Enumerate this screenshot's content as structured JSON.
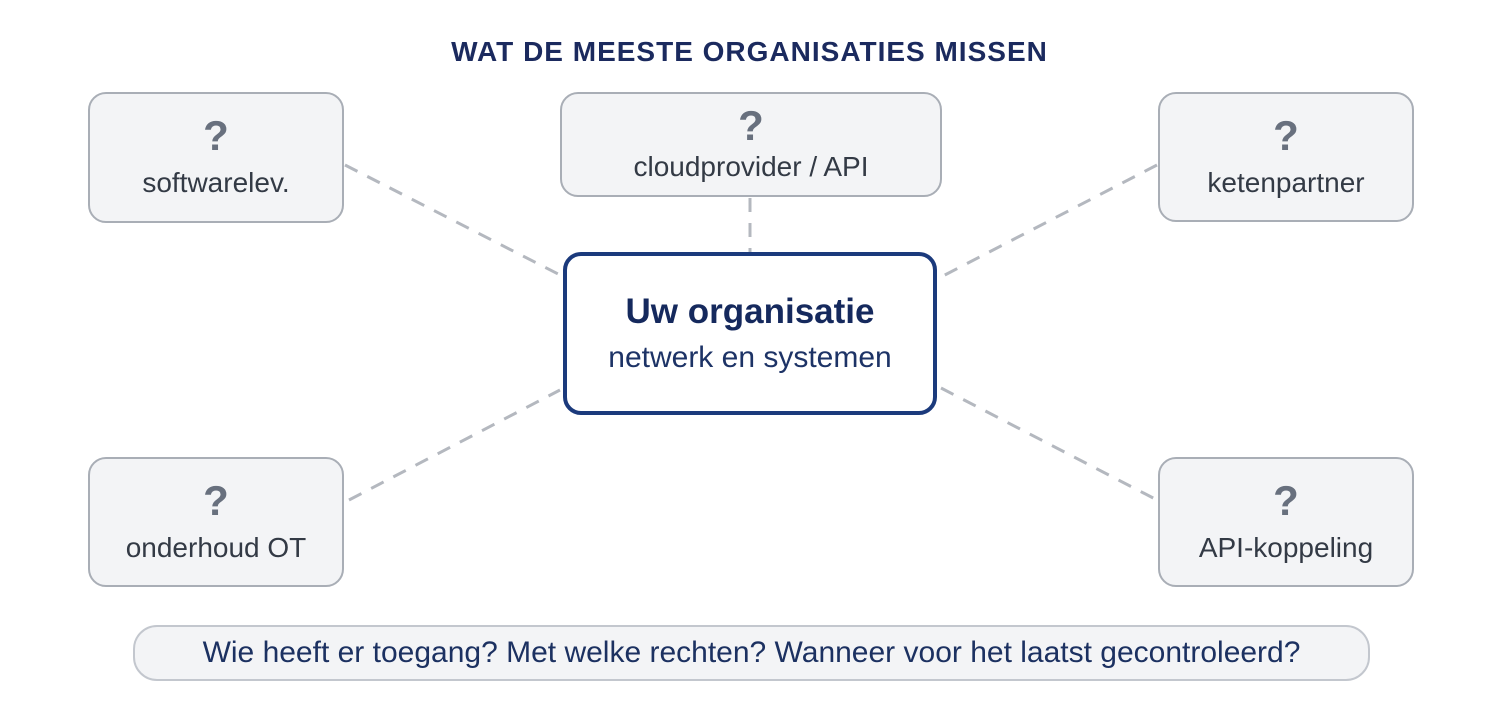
{
  "title": "WAT DE MEESTE ORGANISATIES MISSEN",
  "center_node": {
    "title": "Uw organisatie",
    "subtitle": "netwerk en systemen"
  },
  "nodes": [
    {
      "icon": "?",
      "label": "softwarelev."
    },
    {
      "icon": "?",
      "label": "cloudprovider / API"
    },
    {
      "icon": "?",
      "label": "ketenpartner"
    },
    {
      "icon": "?",
      "label": "onderhoud OT"
    },
    {
      "icon": "?",
      "label": "API-koppeling"
    }
  ],
  "question_bar": "Wie heeft er toegang? Met welke rechten? Wanneer voor het laatst gecontroleerd?",
  "colors": {
    "accent_navy": "#1b3a7c",
    "navy_text": "#1b2a5e",
    "node_background": "#f3f4f6",
    "node_border": "#a9aeb6",
    "question_mark_gray": "#68707e",
    "node_label_dark": "#333a45",
    "dashed_line_gray": "#b4b8bf"
  }
}
